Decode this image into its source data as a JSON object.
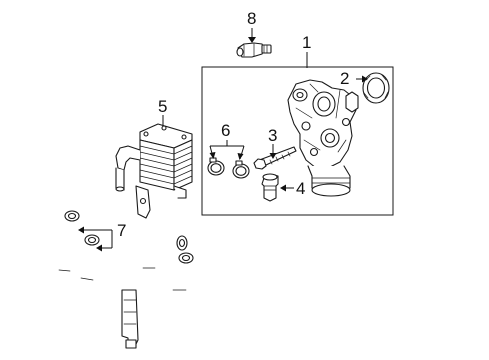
{
  "callouts": {
    "c1": "1",
    "c2": "2",
    "c3": "3",
    "c4": "4",
    "c5": "5",
    "c6": "6",
    "c7": "7",
    "c8": "8"
  },
  "icons": {
    "part1": "oil-filter-housing-icon",
    "part2": "o-ring-seal-icon",
    "part3": "bolt-icon",
    "part4": "sensor-adapter-icon",
    "part5": "oil-cooler-icon",
    "part6": "hose-clamp-icon",
    "part7": "cooler-hose-icon",
    "part8": "pressure-switch-icon"
  },
  "colors": {
    "line": "#1a1a1a",
    "background": "#ffffff"
  }
}
